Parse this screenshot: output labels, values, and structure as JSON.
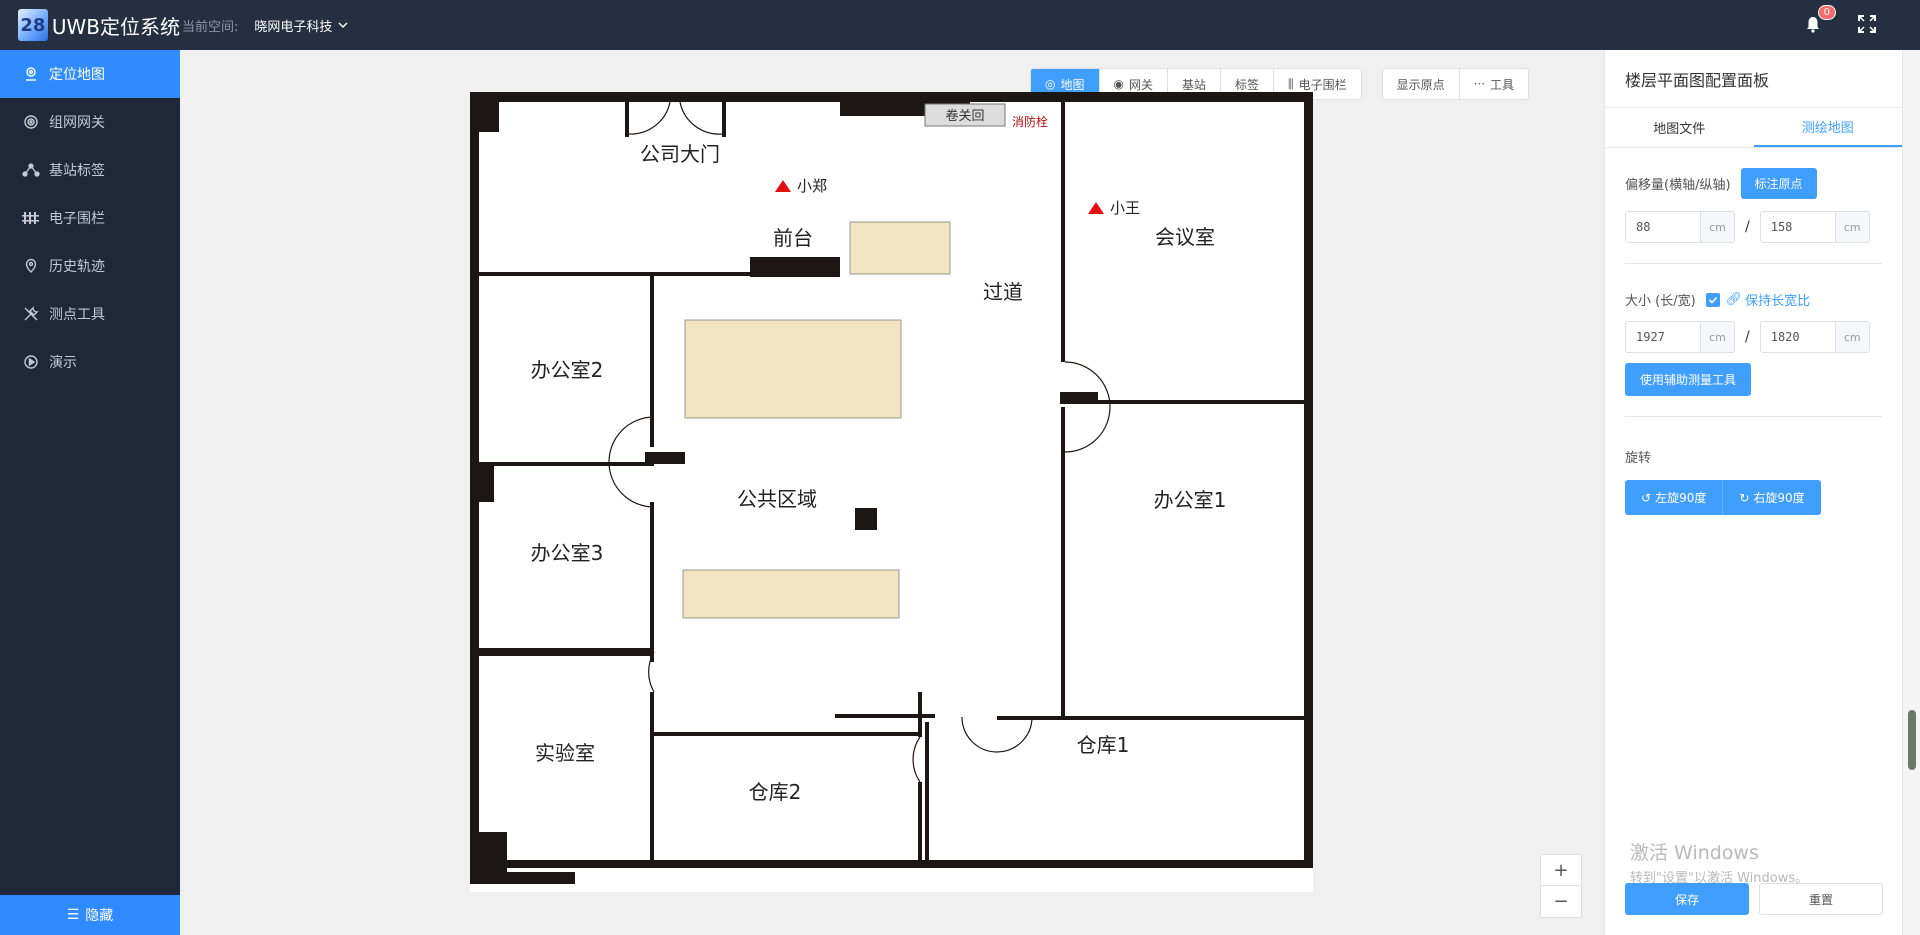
{
  "app": {
    "title": "UWB定位系统",
    "logo_glyph": "28",
    "space_label": "当前空间:",
    "space_value": "晓网电子科技",
    "notification_count": "0"
  },
  "sidebar": {
    "items": [
      {
        "label": "定位地图",
        "icon": "location-icon"
      },
      {
        "label": "组网网关",
        "icon": "gateway-icon"
      },
      {
        "label": "基站标签",
        "icon": "node-icon"
      },
      {
        "label": "电子围栏",
        "icon": "fence-icon"
      },
      {
        "label": "历史轨迹",
        "icon": "pin-icon"
      },
      {
        "label": "测点工具",
        "icon": "tool-icon"
      },
      {
        "label": "演示",
        "icon": "play-icon"
      }
    ],
    "hide_label": "隐藏"
  },
  "toolbar": {
    "tabs": [
      "地图",
      "网关",
      "基站",
      "标签",
      "电子围栏"
    ],
    "actions": [
      "显示原点",
      "工具"
    ]
  },
  "map": {
    "rooms": [
      "公司大门",
      "前台",
      "过道",
      "会议室",
      "办公室2",
      "公共区域",
      "办公室1",
      "办公室3",
      "实验室",
      "仓库1",
      "仓库2"
    ],
    "markers": [
      "小郑",
      "小王"
    ],
    "sign": "卷关回",
    "sign2": "消防栓"
  },
  "panel": {
    "title": "楼层平面图配置面板",
    "tabs": [
      "地图文件",
      "测绘地图"
    ],
    "offset_label": "偏移量(横轴/纵轴)",
    "mark_origin_button": "标注原点",
    "offset_x": "88",
    "offset_y": "158",
    "unit": "cm",
    "size_label": "大小 (长/宽)",
    "keep_ratio_label": "保持长宽比",
    "size_w": "1927",
    "size_h": "1820",
    "measure_button": "使用辅助测量工具",
    "rotate_label": "旋转",
    "rotate_left": "左旋90度",
    "rotate_right": "右旋90度",
    "save": "保存",
    "reset": "重置"
  },
  "zoom": {
    "in": "+",
    "out": "−"
  },
  "watermark": {
    "line1": "激活 Windows",
    "line2": "转到\"设置\"以激活 Windows。"
  },
  "colors": {
    "header": "#242f42",
    "sidebar": "#1f2838",
    "accent": "#409eff",
    "active_nav": "#2f8bff"
  }
}
